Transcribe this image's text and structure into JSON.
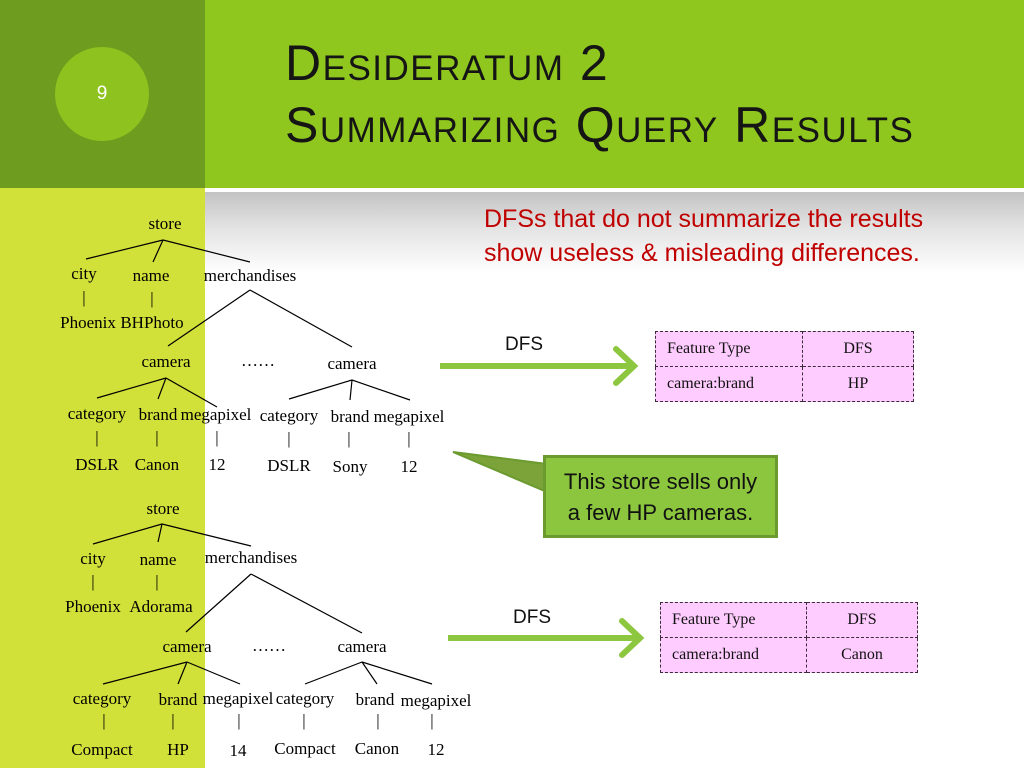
{
  "slide": {
    "number": "9",
    "title": [
      "Desideratum 2",
      "Summarizing Query Results"
    ],
    "note": [
      "DFSs that do not summarize the results",
      "show useless & misleading differences."
    ],
    "callout": [
      "This store sells only",
      "a few HP cameras."
    ]
  },
  "tree_connector": "|",
  "trees": [
    {
      "root": "store",
      "attributes": [
        {
          "label": "city",
          "value": "Phoenix"
        },
        {
          "label": "name",
          "value": "BHPhoto"
        }
      ],
      "collection": "merchandises",
      "ellipsis": "……",
      "items": [
        {
          "label": "camera",
          "features": [
            {
              "label": "category",
              "value": "DSLR"
            },
            {
              "label": "brand",
              "value": "Canon"
            },
            {
              "label": "megapixel",
              "value": "12"
            }
          ]
        },
        {
          "label": "camera",
          "features": [
            {
              "label": "category",
              "value": "DSLR"
            },
            {
              "label": "brand",
              "value": "Sony"
            },
            {
              "label": "megapixel",
              "value": "12"
            }
          ]
        }
      ]
    },
    {
      "root": "store",
      "attributes": [
        {
          "label": "city",
          "value": "Phoenix"
        },
        {
          "label": "name",
          "value": "Adorama"
        }
      ],
      "collection": "merchandises",
      "ellipsis": "……",
      "items": [
        {
          "label": "camera",
          "features": [
            {
              "label": "category",
              "value": "Compact"
            },
            {
              "label": "brand",
              "value": "HP"
            },
            {
              "label": "megapixel",
              "value": "14"
            }
          ]
        },
        {
          "label": "camera",
          "features": [
            {
              "label": "category",
              "value": "Compact"
            },
            {
              "label": "brand",
              "value": "Canon"
            },
            {
              "label": "megapixel",
              "value": "12"
            }
          ]
        }
      ]
    }
  ],
  "comparisons": [
    {
      "arrow_label": "DFS",
      "table": {
        "headers": [
          "Feature Type",
          "DFS"
        ],
        "rows": [
          [
            "camera:brand",
            "HP"
          ]
        ]
      }
    },
    {
      "arrow_label": "DFS",
      "table": {
        "headers": [
          "Feature Type",
          "DFS"
        ],
        "rows": [
          [
            "camera:brand",
            "Canon"
          ]
        ]
      }
    }
  ],
  "colors": {
    "header_dark": "#6e9c1f",
    "header_bright": "#8fc71e",
    "slide_number_circle": "#8ec21f",
    "sidebar": "#d2e03a",
    "note_text": "#c00000",
    "arrow": "#8dc63f",
    "callout_fill": "#8cc63f",
    "callout_border": "#6b9a2f",
    "callout_pointer": "#7ba33a",
    "table_fill": "#ffccff"
  }
}
